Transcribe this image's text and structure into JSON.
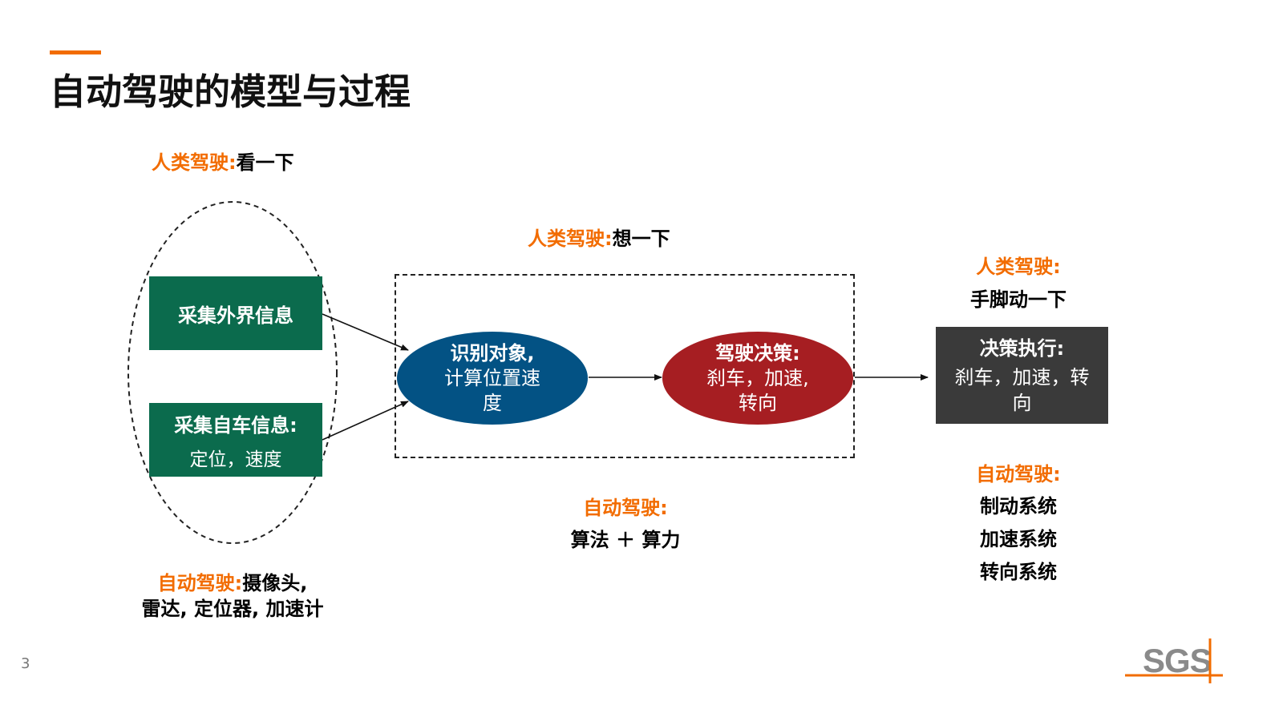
{
  "slide": {
    "title": "自动驾驶的模型与过程",
    "page_number": "3"
  },
  "sense": {
    "human_label": "人类驾驶:",
    "human_text": "看一下",
    "box1": "采集外界信息",
    "box2_title": "采集自车信息:",
    "box2_sub": "定位，速度",
    "auto_label": "自动驾驶:",
    "auto_text_1": "摄像头,",
    "auto_text_2": "雷达, 定位器, 加速计"
  },
  "think": {
    "human_label": "人类驾驶:",
    "human_text": "想一下",
    "oval1_title": "识别对象,",
    "oval1_line2": "计算位置速",
    "oval1_line3": "度",
    "oval2_title": "驾驶决策:",
    "oval2_line2": "刹车，加速,",
    "oval2_line3": "转向",
    "auto_label": "自动驾驶:",
    "auto_text": "算法 ＋ 算力"
  },
  "act": {
    "human_label": "人类驾驶:",
    "human_text": "手脚动一下",
    "box_title": "决策执行:",
    "box_line2": "刹车，加速，转",
    "box_line3": "向",
    "auto_label": "自动驾驶:",
    "systems": [
      "制动系统",
      "加速系统",
      "转向系统"
    ]
  },
  "logo": {
    "text": "SGS"
  },
  "colors": {
    "accent": "#f26c00",
    "green": "#0b6b4d",
    "blue": "#035284",
    "red": "#a61e22",
    "dark": "#3a3a3a"
  }
}
